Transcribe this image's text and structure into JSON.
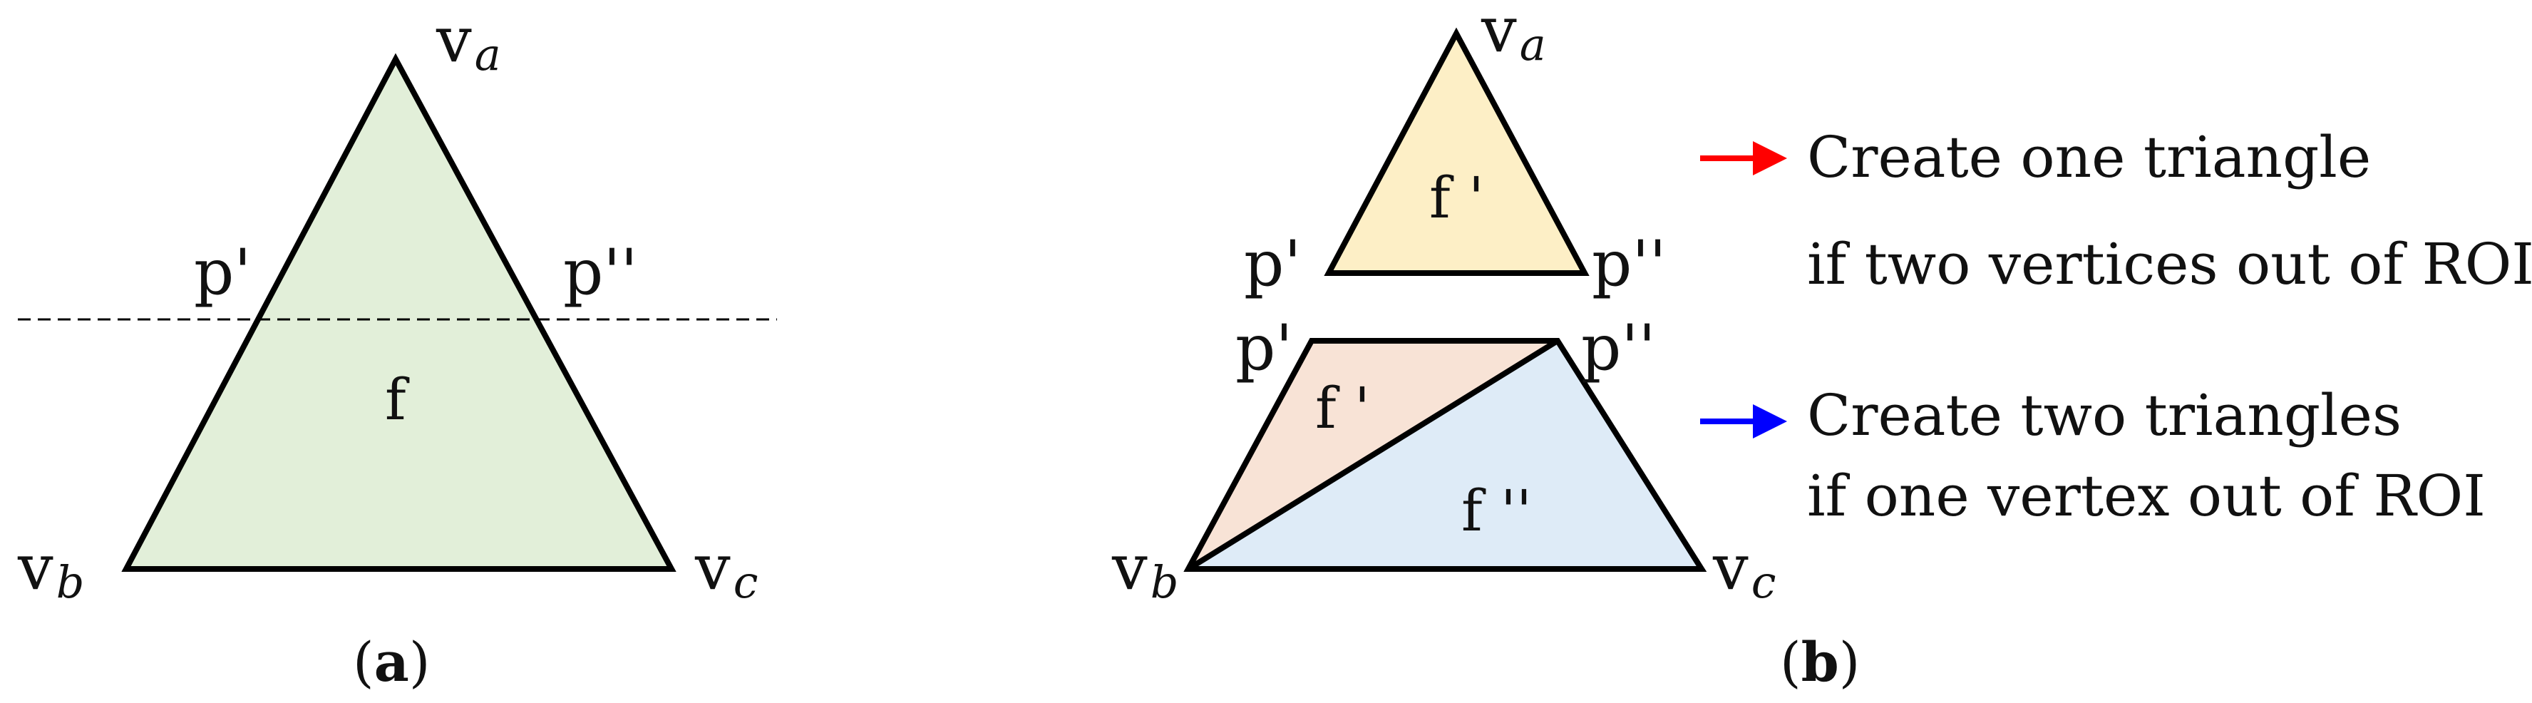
{
  "panel_a": {
    "vertex_a": "v",
    "vertex_a_sub": "a",
    "vertex_b": "v",
    "vertex_b_sub": "b",
    "vertex_c": "v",
    "vertex_c_sub": "c",
    "point_p1": "p'",
    "point_p2": "p''",
    "face": "f",
    "caption_open": "(",
    "caption_letter": "a",
    "caption_close": ")"
  },
  "panel_b": {
    "vertex_a": "v",
    "vertex_a_sub": "a",
    "vertex_b": "v",
    "vertex_b_sub": "b",
    "vertex_c": "v",
    "vertex_c_sub": "c",
    "top_p1": "p'",
    "top_p2": "p''",
    "top_face": "f '",
    "bottom_p1": "p'",
    "bottom_p2": "p''",
    "bottom_face1": "f '",
    "bottom_face2": "f ''",
    "caption_open": "(",
    "caption_letter": "b",
    "caption_close": ")"
  },
  "legend": {
    "item1_line1": "Create one triangle",
    "item1_line2": "if two vertices out of ROI",
    "item2_line1": "Create two triangles",
    "item2_line2": "if one vertex out of ROI"
  },
  "colors": {
    "face_a": "#e2efd9",
    "top_triangle": "#fdefc6",
    "quad_left": "#f8e3d6",
    "quad_right": "#deebf7",
    "arrow_red": "#ff0000",
    "arrow_blue": "#0000ff"
  }
}
